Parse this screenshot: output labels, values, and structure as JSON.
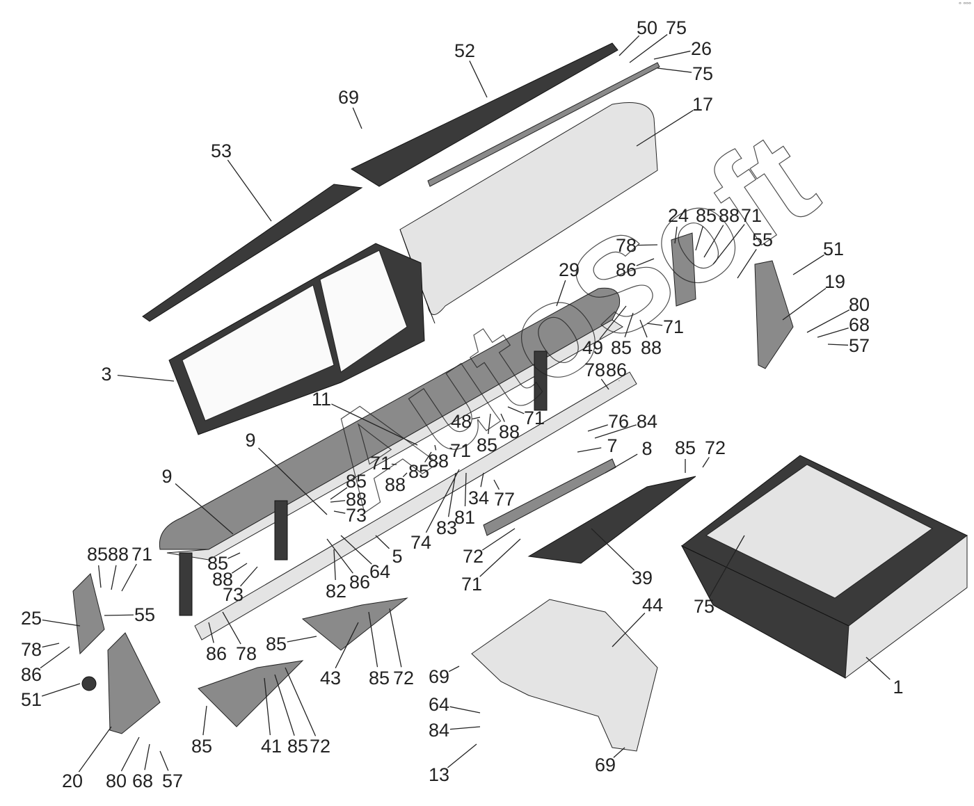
{
  "diagram": {
    "corner_mark": "ᵒ ᵒᵒᵒ",
    "watermark": "AutoSoft",
    "callouts": [
      "50",
      "75",
      "26",
      "75",
      "52",
      "69",
      "17",
      "53",
      "24",
      "85",
      "88",
      "71",
      "55",
      "78",
      "86",
      "51",
      "19",
      "80",
      "68",
      "57",
      "29",
      "49",
      "85",
      "88",
      "71",
      "3",
      "78",
      "86",
      "11",
      "48",
      "71",
      "85",
      "88",
      "76",
      "84",
      "7",
      "8",
      "85",
      "72",
      "9",
      "71",
      "85",
      "88",
      "71",
      "9",
      "85",
      "88",
      "88",
      "73",
      "34",
      "77",
      "74",
      "83",
      "81",
      "5",
      "72",
      "71",
      "39",
      "64",
      "86",
      "82",
      "85",
      "88",
      "73",
      "85",
      "88",
      "71",
      "25",
      "55",
      "78",
      "86",
      "51",
      "86",
      "78",
      "85",
      "44",
      "75",
      "43",
      "85",
      "72",
      "69",
      "1",
      "64",
      "84",
      "85",
      "41",
      "85",
      "72",
      "20",
      "80",
      "68",
      "57",
      "13",
      "69"
    ]
  }
}
